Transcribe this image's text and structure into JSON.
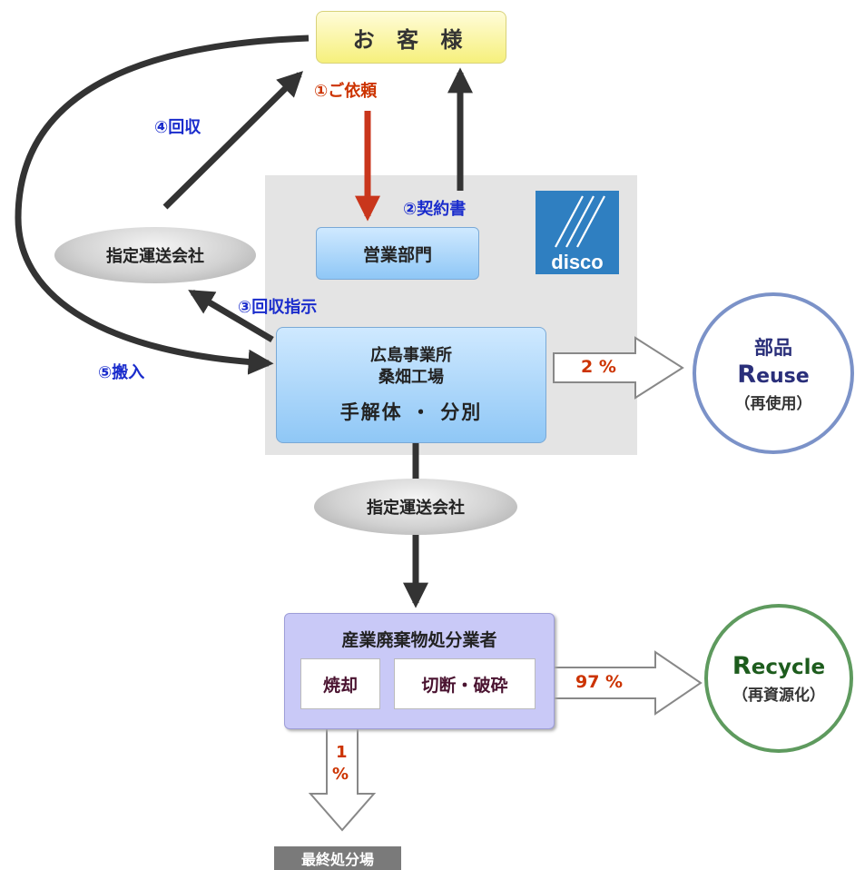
{
  "nodes": {
    "customer": "お 客 様",
    "sales": "営業部門",
    "factory": {
      "line1": "広島事業所",
      "line2": "桑畑工場",
      "line3": "手解体 ・ 分別"
    },
    "carrier_left": "指定運送会社",
    "carrier_center": "指定運送会社",
    "disposal": {
      "title": "産業廃棄物処分業者",
      "burn": "焼却",
      "crush": "切断・破砕"
    },
    "final": "最終処分場",
    "logo": "disco"
  },
  "steps": {
    "request": "①ご依頼",
    "contract": "②契約書",
    "instruction": "③回収指示",
    "collect": "④回収",
    "delivery": "⑤搬入"
  },
  "outcomes": {
    "reuse": {
      "top": "部品",
      "initial": "R",
      "rest": "euse",
      "sub": "（再使用）",
      "percent": "2 %"
    },
    "recycle": {
      "initial": "R",
      "rest": "ecycle",
      "sub": "（再資源化）",
      "percent": "97 %"
    },
    "final_percent_num": "1",
    "final_percent_sign": "%"
  },
  "colors": {
    "step_blue": "#1a2ccc",
    "request_red": "#cc3300",
    "reuse_ring": "#7b92c8",
    "recycle_ring": "#5e9a5e"
  }
}
